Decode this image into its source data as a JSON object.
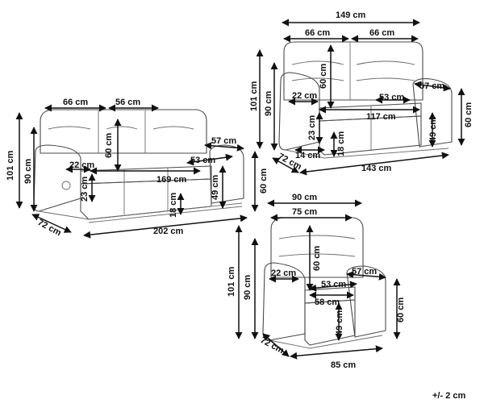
{
  "three_seater": {
    "width_overall": "202 cm",
    "depth": "72 cm",
    "height_overall": "101 cm",
    "height_back": "90 cm",
    "seat_width_left": "66 cm",
    "seat_width_middle": "56 cm",
    "back_height": "60 cm",
    "armrest_width": "22 cm",
    "armrest_depth": "57 cm",
    "seat_depth": "53 cm",
    "seat_width_total": "169 cm",
    "seat_height": "49 cm",
    "armrest_height": "60 cm",
    "cushion_height": "23 cm",
    "leg_height": "18 cm"
  },
  "two_seater": {
    "width_overall": "149 cm",
    "seat_width_left": "66 cm",
    "seat_width_right": "66 cm",
    "height_overall": "101 cm",
    "height_back": "90 cm",
    "back_height": "60 cm",
    "armrest_width": "22 cm",
    "seat_depth": "53 cm",
    "armrest_depth": "57 cm",
    "seat_width_total": "117 cm",
    "cushion_height": "23 cm",
    "armrest_height": "60 cm",
    "seat_height": "49 cm",
    "leg_height": "18 cm",
    "base_inset": "14 cm",
    "depth": "72 cm",
    "width_base": "143 cm"
  },
  "armchair": {
    "width_overall": "90 cm",
    "width_back": "75 cm",
    "height_overall": "101 cm",
    "height_back": "90 cm",
    "back_height": "60 cm",
    "armrest_width": "22 cm",
    "armrest_depth": "57 cm",
    "seat_depth": "53 cm",
    "seat_width": "58 cm",
    "seat_height": "49 cm",
    "armrest_height": "60 cm",
    "depth": "72 cm",
    "width_base": "85 cm"
  },
  "tolerance_note": "+/- 2 cm"
}
